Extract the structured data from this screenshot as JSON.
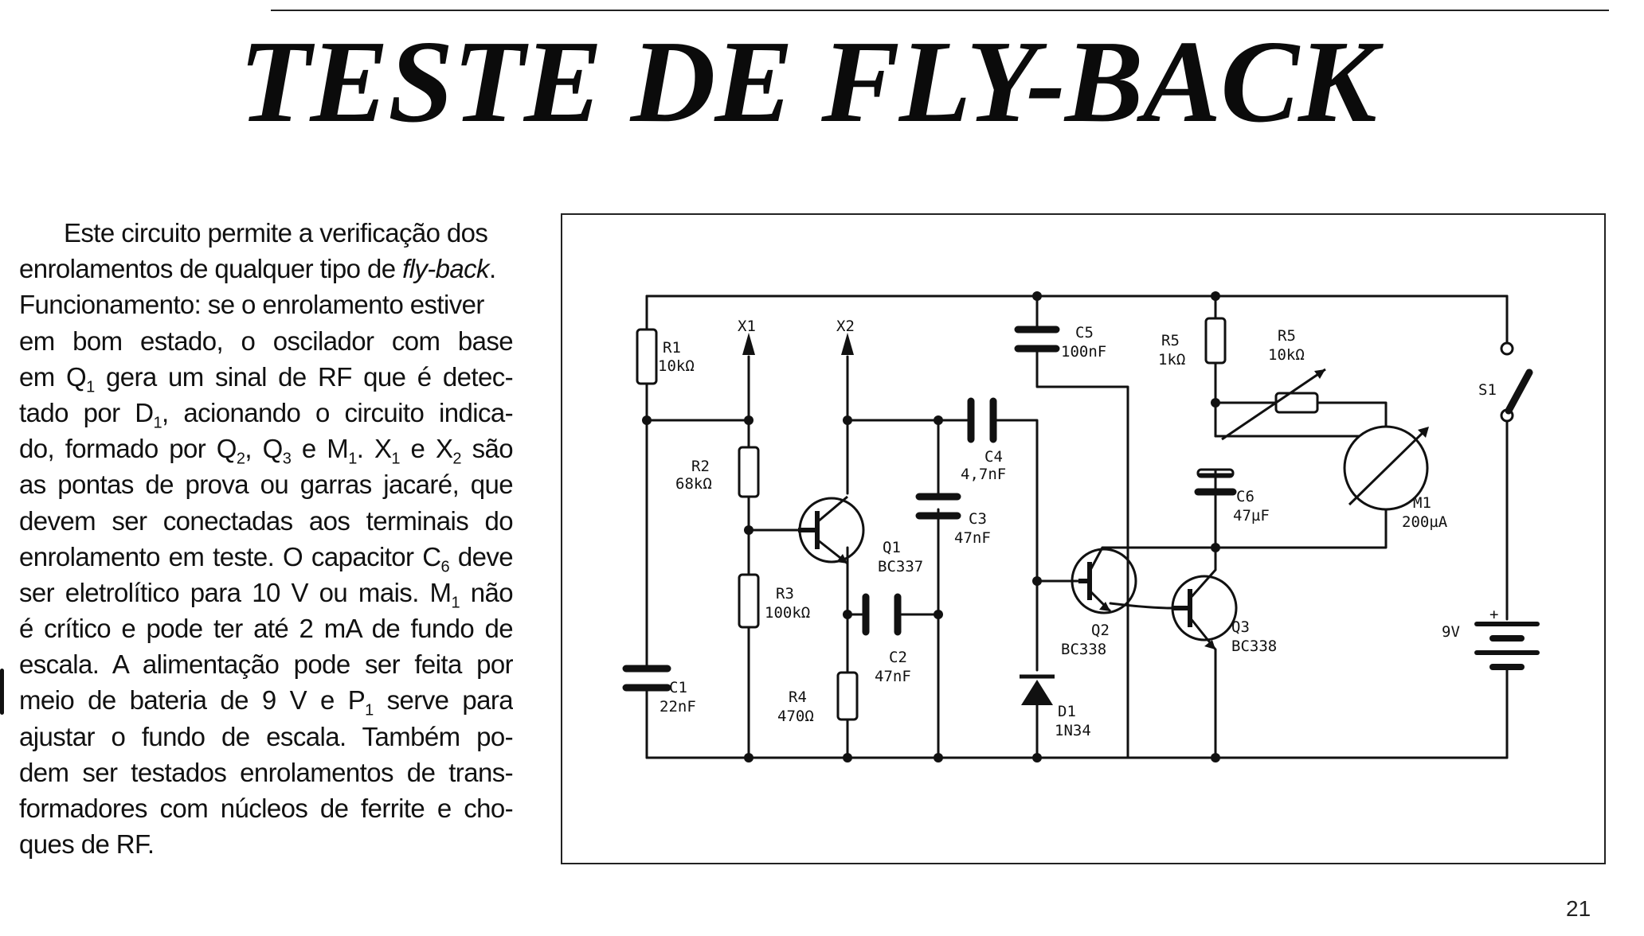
{
  "title": "TESTE DE FLY-BACK",
  "body": {
    "p1": "Este circuito permite a verificação dos",
    "p2a": "enrolamentos de qualquer tipo de ",
    "p2b": "fly-back",
    "p2c": ".",
    "p3": "Funcionamento: se o enrolamento estiver",
    "p4": "em bom estado, o oscilador com base",
    "p5a": "em Q",
    "p5b": "1",
    "p5c": " gera um sinal de RF que é detec-",
    "p6a": "tado por D",
    "p6b": "1",
    "p6c": ", acionando o circuito indica-",
    "p7a": "do, formado por Q",
    "p7b": "2",
    "p7c": ", Q",
    "p7d": "3",
    "p7e": " e M",
    "p7f": "1",
    "p7g": ". X",
    "p7h": "1",
    "p7i": " e X",
    "p7j": "2",
    "p7k": " são",
    "p8": "as pontas de prova ou garras jacaré, que",
    "p9": "devem ser conectadas aos terminais do",
    "p10a": "enrolamento em teste. O capacitor C",
    "p10b": "6",
    "p10c": " deve",
    "p11a": "ser eletrolítico para 10 V ou mais. M",
    "p11b": "1",
    "p11c": " não",
    "p12": "é crítico e pode ter até 2 mA de fundo de",
    "p13": "escala. A alimentação pode ser feita por",
    "p14a": "meio de bateria de 9 V e P",
    "p14b": "1",
    "p14c": " serve para",
    "p15": "ajustar o fundo de escala. Também po-",
    "p16": "dem ser testados enrolamentos de trans-",
    "p17": "formadores com núcleos de ferrite e cho-",
    "p18": "ques de RF."
  },
  "circuit": {
    "r1": {
      "ref": "R1",
      "value": "10kΩ"
    },
    "r2": {
      "ref": "R2",
      "value": "68kΩ"
    },
    "r3": {
      "ref": "R3",
      "value": "100kΩ"
    },
    "r4": {
      "ref": "R4",
      "value": "470Ω"
    },
    "r5": {
      "ref": "R5",
      "value": "1kΩ"
    },
    "r5b": {
      "ref": "R5",
      "value": "10kΩ"
    },
    "c1": {
      "ref": "C1",
      "value": "22nF"
    },
    "c2": {
      "ref": "C2",
      "value": "47nF"
    },
    "c3": {
      "ref": "C3",
      "value": "47nF"
    },
    "c4": {
      "ref": "C4",
      "value": "4,7nF"
    },
    "c5": {
      "ref": "C5",
      "value": "100nF"
    },
    "c6": {
      "ref": "C6",
      "value": "47µF"
    },
    "q1": {
      "ref": "Q1",
      "value": "BC337"
    },
    "q2": {
      "ref": "Q2",
      "value": "BC338"
    },
    "q3": {
      "ref": "Q3",
      "value": "BC338"
    },
    "d1": {
      "ref": "D1",
      "value": "1N34"
    },
    "m1": {
      "ref": "M1",
      "value": "200µA"
    },
    "x1": "X1",
    "x2": "X2",
    "s1": "S1",
    "battery": "9V",
    "battery_plus": "+"
  },
  "page_number": "21"
}
